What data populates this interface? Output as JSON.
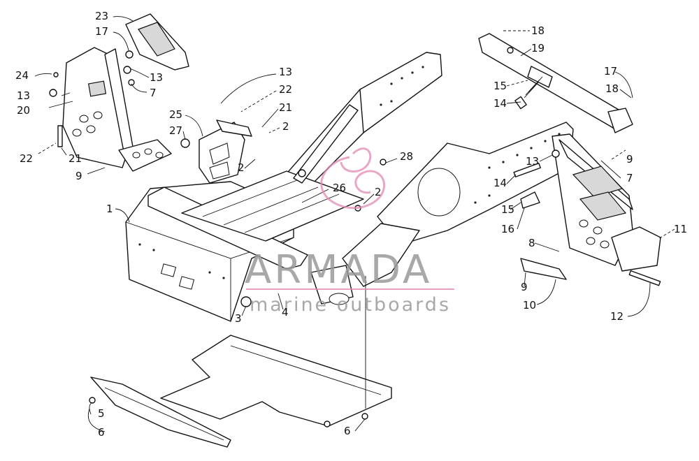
{
  "diagram": {
    "callouts": [
      {
        "id": "c23a",
        "label": "23"
      },
      {
        "id": "c17a",
        "label": "17"
      },
      {
        "id": "c24",
        "label": "24"
      },
      {
        "id": "c13a",
        "label": "13"
      },
      {
        "id": "c13b",
        "label": "13"
      },
      {
        "id": "c7a",
        "label": "7"
      },
      {
        "id": "c20",
        "label": "20"
      },
      {
        "id": "c22a",
        "label": "22"
      },
      {
        "id": "c21a",
        "label": "21"
      },
      {
        "id": "c9a",
        "label": "9"
      },
      {
        "id": "c13c",
        "label": "13"
      },
      {
        "id": "c22b",
        "label": "22"
      },
      {
        "id": "c21b",
        "label": "21"
      },
      {
        "id": "c25",
        "label": "25"
      },
      {
        "id": "c27",
        "label": "27"
      },
      {
        "id": "c2a",
        "label": "2"
      },
      {
        "id": "c2b",
        "label": "2"
      },
      {
        "id": "c28",
        "label": "28"
      },
      {
        "id": "c26",
        "label": "26"
      },
      {
        "id": "c2c",
        "label": "2"
      },
      {
        "id": "c1",
        "label": "1"
      },
      {
        "id": "c3",
        "label": "3"
      },
      {
        "id": "c4",
        "label": "4"
      },
      {
        "id": "c18a",
        "label": "18"
      },
      {
        "id": "c19",
        "label": "19"
      },
      {
        "id": "c17b",
        "label": "17"
      },
      {
        "id": "c15a",
        "label": "15"
      },
      {
        "id": "c18b",
        "label": "18"
      },
      {
        "id": "c14a",
        "label": "14"
      },
      {
        "id": "c9b",
        "label": "9"
      },
      {
        "id": "c13d",
        "label": "13"
      },
      {
        "id": "c7b",
        "label": "7"
      },
      {
        "id": "c14b",
        "label": "14"
      },
      {
        "id": "c15b",
        "label": "15"
      },
      {
        "id": "c16",
        "label": "16"
      },
      {
        "id": "c8",
        "label": "8"
      },
      {
        "id": "c11",
        "label": "11"
      },
      {
        "id": "c9c",
        "label": "9"
      },
      {
        "id": "c10",
        "label": "10"
      },
      {
        "id": "c12",
        "label": "12"
      },
      {
        "id": "c5",
        "label": "5"
      },
      {
        "id": "c6a",
        "label": "6"
      },
      {
        "id": "c6b",
        "label": "6"
      }
    ]
  },
  "watermark": {
    "title": "ARMADA",
    "subtitle": "marine outboards"
  }
}
